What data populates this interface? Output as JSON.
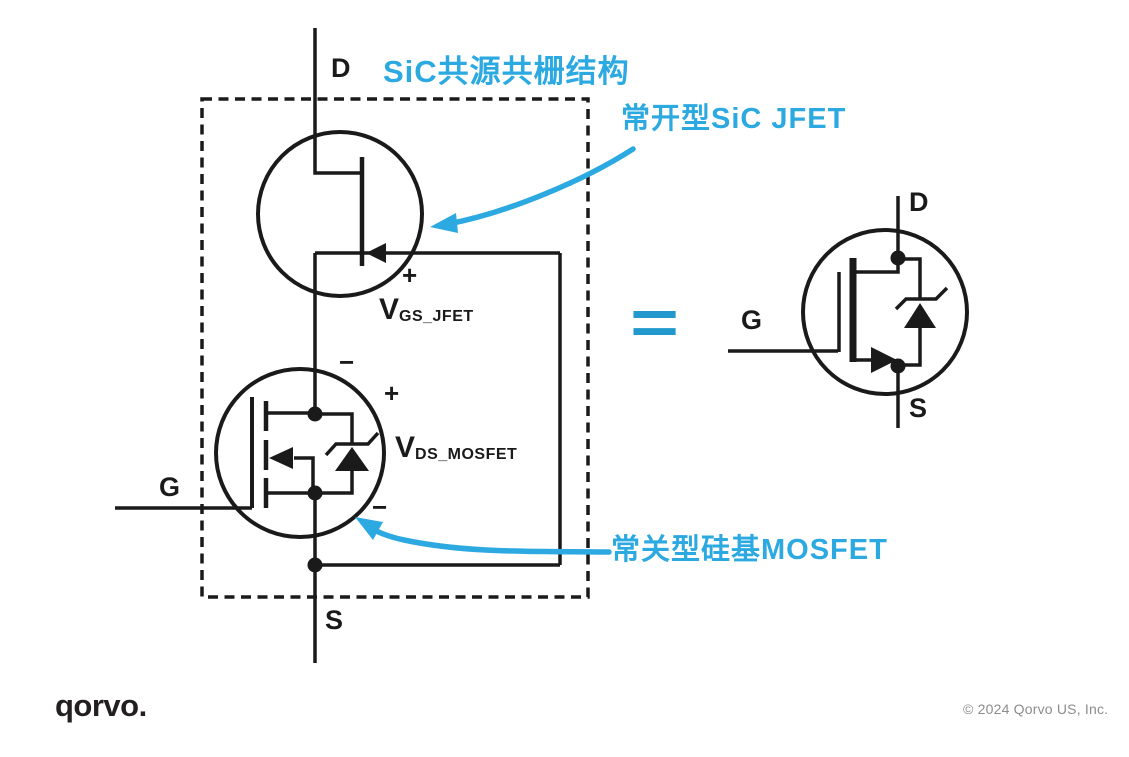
{
  "title_annotation": "SiC共源共栅结构",
  "annotations": {
    "jfet_label": "常开型SiC JFET",
    "mosfet_label": "常关型硅基MOSFET"
  },
  "cascode": {
    "drain_label": "D",
    "gate_label": "G",
    "source_label": "S",
    "vgs_jfet": {
      "symbol": "V",
      "subscript": "GS_JFET",
      "plus": "+",
      "minus": "−"
    },
    "vds_mosfet": {
      "symbol": "V",
      "subscript": "DS_MOSFET",
      "plus": "+",
      "minus": "−"
    }
  },
  "equivalent": {
    "equals_symbol": "=",
    "drain_label": "D",
    "gate_label": "G",
    "source_label": "S"
  },
  "footer": {
    "logo_text": "qorvo.",
    "copyright": "© 2024 Qorvo US, Inc."
  },
  "colors": {
    "accent_cyan": "#2BA9E0",
    "equals_cyan": "#2199CD",
    "line_black": "#1A1A1A",
    "copyright_gray": "#8C8C8C",
    "background": "#FFFFFF"
  }
}
